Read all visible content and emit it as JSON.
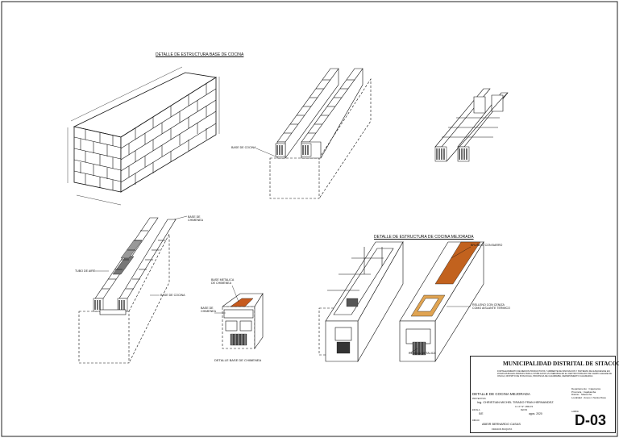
{
  "titles": {
    "base_structure": "DETALLE DE ESTRUCTURA BASE DE COCINA",
    "improved_structure": "DETALLE DE ESTRUCTURA DE COCINA MEJORADA",
    "chimney_base": "DETALLE BASE DE CHIMENEA"
  },
  "labels": {
    "base_de_cocina": "BASE DE COCINA",
    "base_de_chimenea_top": "BASE DE\nCHIMENEA",
    "tubo_de_aire": "TUBO DE AIRE",
    "base_de_cocina_mid": "BASE DE COCINA",
    "base_metalica_chimenea": "BASE METALICA\nDE CHIMENEA",
    "base_de_chimenea_small": "BASE DE\nCHIMENEA",
    "bruñido_con_barro": "BRUÑIDO CON BARRO",
    "relleno_con_ceniza": "RELLENO CON CENIZA\nCOMO AISLANTE TERMICO",
    "regilla_metalica": "REGILLA METALICA"
  },
  "title_block": {
    "municipality": "MUNICIPALIDAD DISTRITAL DE SITACOCHA",
    "project": "FORTALECIMIENTO DE MEDIOS PRODUCTIVOS Y AMBIENTE DE INNOVACION Y SISTEMAS DE ALMACENAJE EN ZONAS RURALES ANDINAS PARA LA POBLACION VULNERABLE EN EL CENTRO POBLADO DE CAMPO ALEGRE DE OSCCA, DISTRITO DE SITACOCHA, PROVINCIA DE CAJABAMBA, DEPARTAMENTO CAJAMARCA",
    "sheet_name": "DETALLE DE COCINA MEJORADA",
    "designer_label": "PROYECTISTA",
    "designer": "Ing. CHRISTIAN MICHEL TIRADO FRAN HERNANDEZ",
    "designer_cip": "C.I.P. N° 165172",
    "scale_label": "ESCALA",
    "scale": "S/E",
    "date_label": "FECHA",
    "date": "agos. 2020",
    "drawn_label": "DIBUJO",
    "drawn_by": "ABEIR BERNARDO CASAS",
    "drawn_by_sub": "FRANCIS BUQUITA",
    "location_rows": [
      {
        "key": "Departamento",
        "val": "Cajamarca"
      },
      {
        "key": "Provincia",
        "val": "Cajabamba"
      },
      {
        "key": "Distrito",
        "val": "Sitacocha"
      },
      {
        "key": "Localidad",
        "val": "Anexo 1 Santa Rosa"
      }
    ],
    "sheet_label": "LAMINA",
    "sheet_number": "D-03"
  }
}
